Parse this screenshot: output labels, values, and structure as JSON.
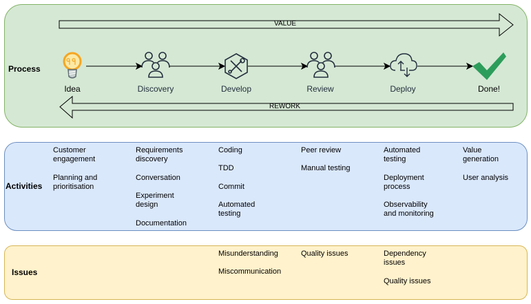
{
  "lanes": {
    "process": {
      "label": "Process"
    },
    "activities": {
      "label": "Activities"
    },
    "issues": {
      "label": "Issues"
    }
  },
  "flow_arrows": {
    "value": "VALUE",
    "rework": "REWORK"
  },
  "stages": [
    {
      "label": "Idea",
      "icon": "lightbulb-icon"
    },
    {
      "label": "Discovery",
      "icon": "users-icon"
    },
    {
      "label": "Develop",
      "icon": "tools-icon"
    },
    {
      "label": "Review",
      "icon": "users-icon"
    },
    {
      "label": "Deploy",
      "icon": "cloud-upload-download-icon"
    },
    {
      "label": "Done!",
      "icon": "checkmark-icon"
    }
  ],
  "activities": [
    [
      "Customer\nengagement",
      "Planning and\nprioritisation"
    ],
    [
      "Requirements\ndiscovery",
      "Conversation",
      "Experiment\ndesign",
      "Documentation"
    ],
    [
      "Coding",
      "TDD",
      "Commit",
      "Automated\ntesting"
    ],
    [
      "Peer review",
      "Manual testing"
    ],
    [
      "Automated\ntesting",
      "Deployment\nprocess",
      "Observability\nand monitoring"
    ],
    [
      "Value\ngeneration",
      "User analysis"
    ]
  ],
  "issues": {
    "develop": [
      "Misunderstanding",
      "Miscommunication"
    ],
    "review": [
      "Quality issues"
    ],
    "deploy": [
      "Dependency\nissues",
      "Quality issues"
    ]
  },
  "colors": {
    "process_fill": "#d5e8d4",
    "activities_fill": "#dae8fc",
    "issues_fill": "#fff2cc",
    "idea_orange": "#f5a623",
    "done_green": "#2d9d5b",
    "icon_dark": "#232f3e"
  }
}
